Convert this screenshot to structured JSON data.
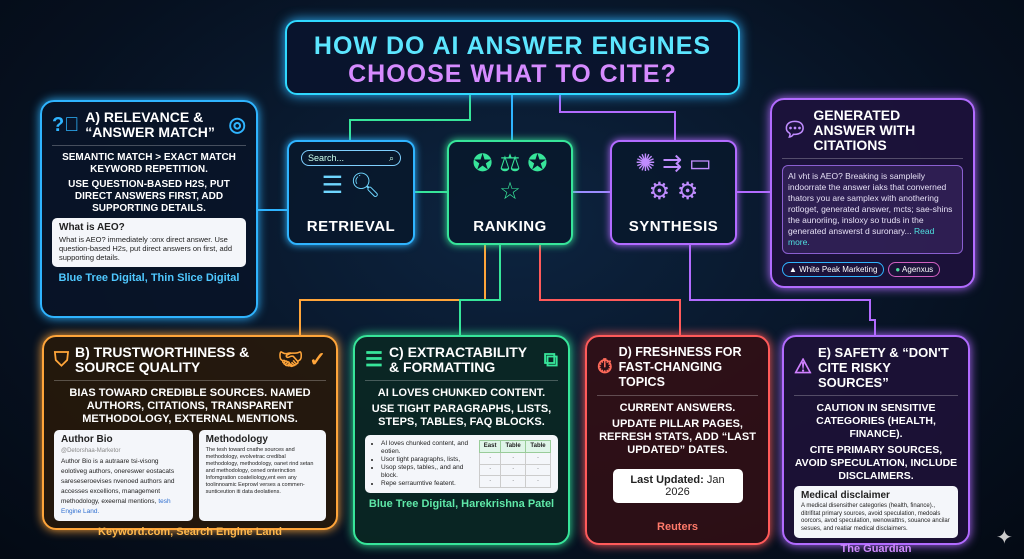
{
  "title": {
    "line1": "HOW DO AI ANSWER ENGINES",
    "line2": "CHOOSE WHAT TO CITE?"
  },
  "pipeline": {
    "retrieval": "RETRIEVAL",
    "search_placeholder": "Search...",
    "ranking": "RANKING",
    "synthesis": "SYNTHESIS"
  },
  "colors": {
    "blue": "#2fb4ff",
    "green": "#37e59a",
    "purple": "#b26bff",
    "orange": "#ffa53a",
    "red": "#ff5a5a",
    "bg": "#06101f"
  },
  "cards": {
    "a": {
      "title": "A) RELEVANCE & “ANSWER MATCH”",
      "p1": "Semantic match > exact match keyword repetition.",
      "p2": "Use question-based H2s, put direct answers first, add supporting details.",
      "example_title": "What is AEO?",
      "example_text": "What is AEO? immediately :onx direct answer. Use question-based H2s, put direct answers on first, add supporting details.",
      "sources": "Blue Tree Digital, Thin Slice Digital"
    },
    "b": {
      "title": "B) TRUSTWORTHINESS & SOURCE QUALITY",
      "p1": "Bias toward credible sources. Named authors, citations, transparent methodology, external mentions.",
      "bio_title": "Author Bio",
      "bio_handle": "@Detorshaa-Marketor",
      "bio_text": "Author Bio is a autraare tsi-visong eolotiveg authors, onereswer eostacats sareseseroevises nvenoed authors and accesses excellions, management methodology, exeernal mentions,",
      "bio_link": "tesh Engine Land.",
      "method_title": "Methodology",
      "method_text": "The tesh toward cnathe sources and methodology, evolvetrac credibal methodology, methodology, oanet rind setan and methodology, cened onterinction Infomgration coateliology,ent een any toolinnoamic Eeprowl verses a commen-sunticeution iti data deolatiens.",
      "sources": "Keyword.com, Search Engine Land"
    },
    "c": {
      "title": "C) EXTRACTABILITY & FORMATTING",
      "p1": "AI loves chunked content.",
      "p2": "Use tight paragraphs, lists, steps, tables, FAQ blocks.",
      "bullets": [
        "AI loves chunked content, and eotien.",
        "Usor tight paragraphs, lists,",
        "Usop steps, tables,, and and block.",
        "Repe serraumtive featent."
      ],
      "table_headers": [
        "East",
        "Table",
        "Table"
      ],
      "sources": "Blue Tree Digital, Harekrishna Patel"
    },
    "d": {
      "title": "D) FRESHNESS FOR FAST-CHANGING TOPICS",
      "p1": "Current answers.",
      "p2": "Update pillar pages, refresh stats, add “Last Updated” dates.",
      "badge_label": "Last Updated:",
      "badge_value": "Jan 2026",
      "sources": "Reuters"
    },
    "e": {
      "title": "E) SAFETY & “DON'T CITE RISKY SOURCES”",
      "p1": "Caution in sensitive categories (health, finance).",
      "p2": "Cite primary sources, avoid speculation, include disclaimers.",
      "example_title": "Medical disclaimer",
      "example_text": "A medical disensither categories (health, finance)., ditrifitat primary sources, avoid speculation, medoals oorcors, avod speculation, wenowattns, souance ancilar sesues, and reatiar medical disclaimers.",
      "sources": "The Guardian"
    },
    "gen": {
      "title": "GENERATED ANSWER WITH CITATIONS",
      "text": "AI vht is AEO? Breaking is sampleily indoorrate the answer iaks that converned thators you are samplex with anothering rotloget, generated answer, mcts; sae-shins the aunoriing, insloxy so truds in the generated answerst d suronary...",
      "read_more": "Read more.",
      "chips": [
        "White Peak Marketing",
        "Agenxus"
      ]
    }
  }
}
